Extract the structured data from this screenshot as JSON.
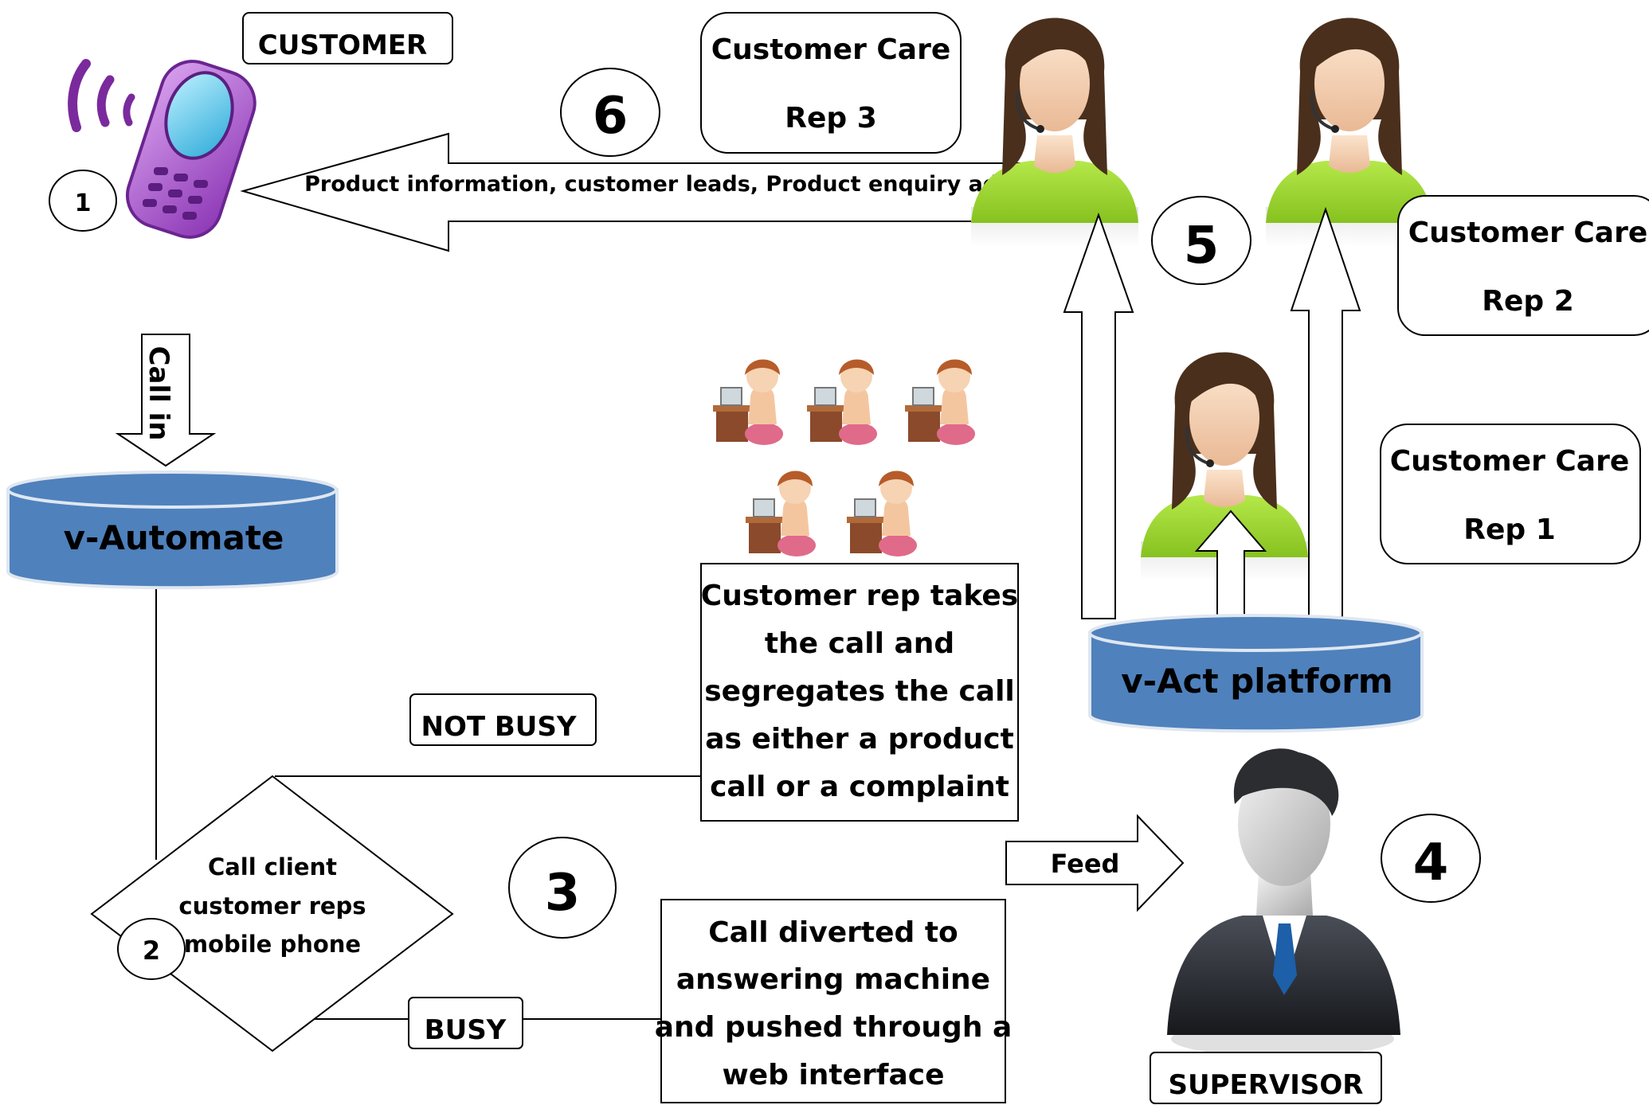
{
  "labels": {
    "customer": "CUSTOMER",
    "call_in": "Call in",
    "v_automate": "v-Automate",
    "v_act": "v-Act platform",
    "not_busy": "NOT BUSY",
    "busy": "BUSY",
    "supervisor": "SUPERVISOR",
    "feed": "Feed",
    "product_info_arrow": "Product information, customer leads, Product enquiry addressed"
  },
  "reps": {
    "rep3": {
      "line1": "Customer Care",
      "line2": "Rep 3"
    },
    "rep2": {
      "line1": "Customer Care",
      "line2": "Rep 2"
    },
    "rep1": {
      "line1": "Customer Care",
      "line2": "Rep 1"
    }
  },
  "steps": {
    "s1": "1",
    "s2": "2",
    "s3": "3",
    "s4": "4",
    "s5": "5",
    "s6": "6"
  },
  "decision": {
    "line1": "Call client",
    "line2": "customer reps",
    "line3": "mobile phone"
  },
  "rep_takes_call": {
    "line1": "Customer rep takes",
    "line2": "the call and",
    "line3": "segregates the call",
    "line4": "as either a product",
    "line5": "call or a complaint"
  },
  "call_diverted": {
    "line1": "Call diverted to",
    "line2": "answering machine",
    "line3": "and pushed through a",
    "line4": "web interface"
  },
  "colors": {
    "cylinder_fill": "#4f81bd",
    "shirt_green": "#9ed531",
    "hair_brown": "#4a2f1c",
    "skin": "#f6d3b3",
    "phone_purple": "#a44fc8",
    "suit_dark": "#2c2f35"
  }
}
